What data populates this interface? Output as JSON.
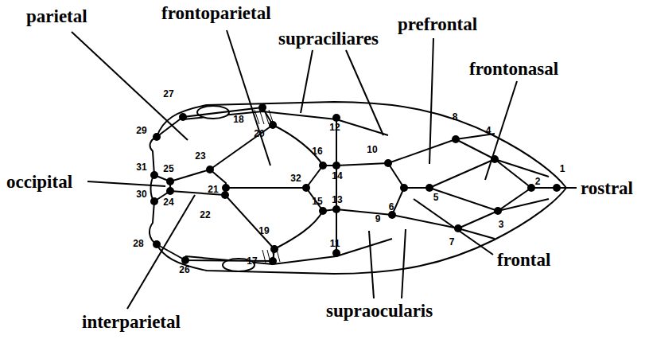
{
  "diagram": {
    "labels": [
      "parietal",
      "frontoparietal",
      "prefrontal",
      "supraciliares",
      "frontonasal",
      "occipital",
      "rostral",
      "frontal",
      "interparietal",
      "supraocularis",
      "1",
      "2",
      "3",
      "4",
      "5",
      "6",
      "7",
      "8",
      "9",
      "10",
      "11",
      "12",
      "13",
      "14",
      "15",
      "16",
      "17",
      "18",
      "19",
      "20",
      "21",
      "22",
      "23",
      "24",
      "25",
      "26",
      "27",
      "28",
      "29",
      "30",
      "31",
      "32"
    ]
  }
}
